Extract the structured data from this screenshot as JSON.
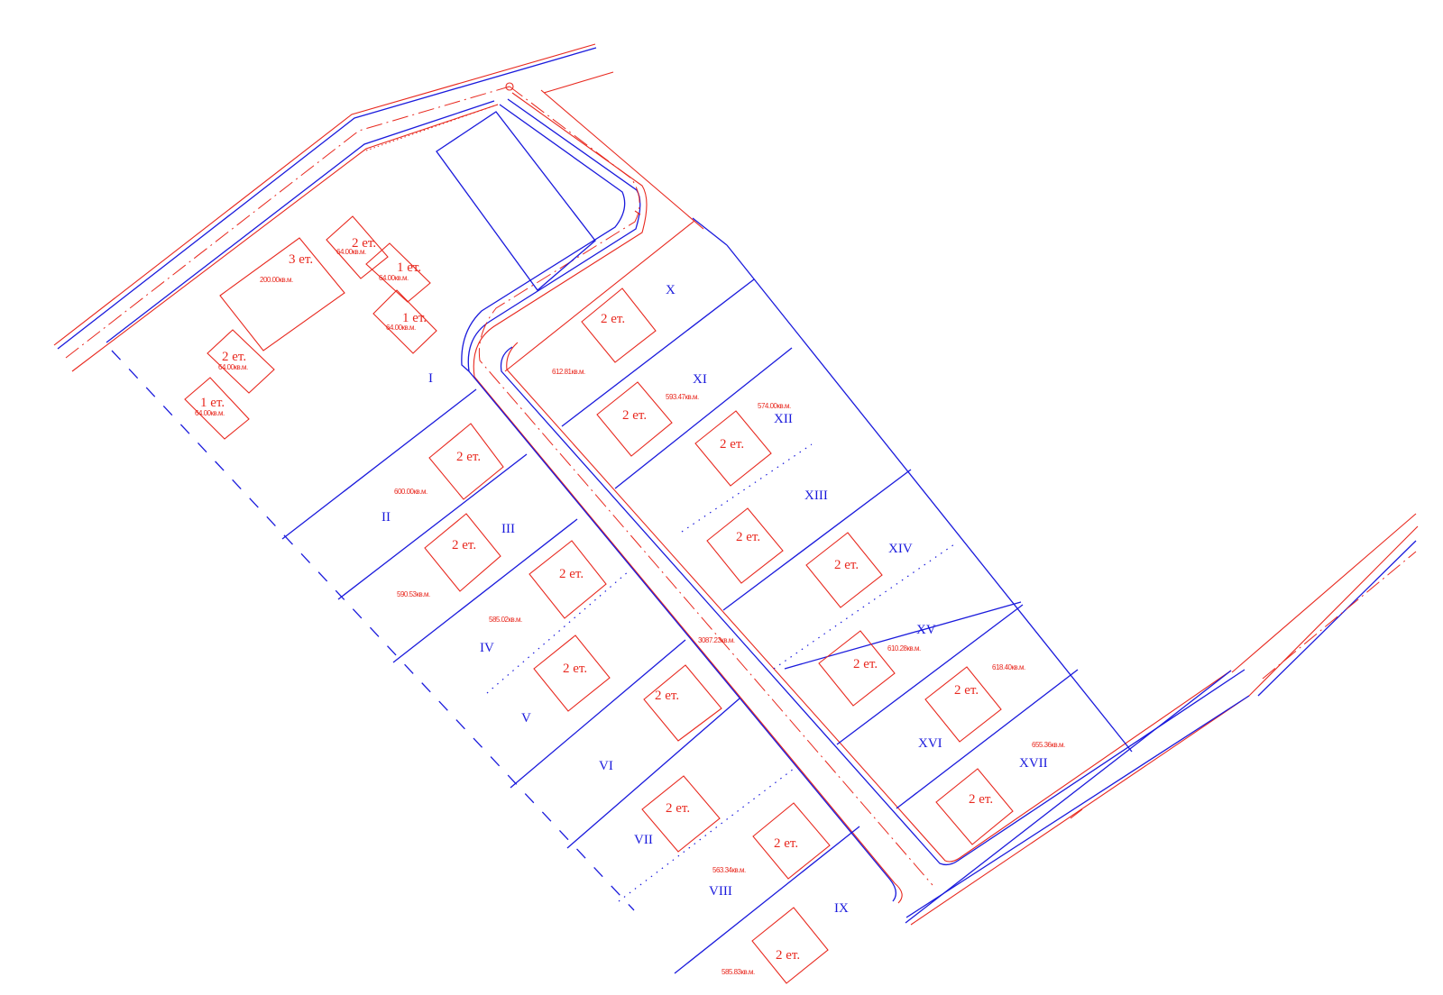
{
  "colors": {
    "boundary": "#1a1adc",
    "building": "#e8281e"
  },
  "lots": [
    "I",
    "II",
    "III",
    "IV",
    "V",
    "VI",
    "VII",
    "VIII",
    "IX",
    "X",
    "XI",
    "XII",
    "XIII",
    "XIV",
    "XV",
    "XVI",
    "XVII"
  ],
  "buildings": {
    "three_floor": "3 ет.",
    "two_floor": "2 ет.",
    "one_floor": "1 ет."
  },
  "areas": {
    "a200": "200.00кв.м.",
    "a64": "64.00кв.м.",
    "lot_x": "612.81кв.м.",
    "lot_xi": "593.47кв.м.",
    "lot_xii": "574.00кв.м.",
    "lot_ii": "600.00кв.м.",
    "lot_iii": "590.53кв.м.",
    "lot_iv": "585.02кв.м.",
    "road": "3087.23кв.м.",
    "lot_xv": "610.28кв.м.",
    "lot_xvi": "618.40кв.м.",
    "lot_xvii": "655.36кв.м.",
    "lot_viii": "563.34кв.м.",
    "lot_ix": "585.83кв.м."
  }
}
